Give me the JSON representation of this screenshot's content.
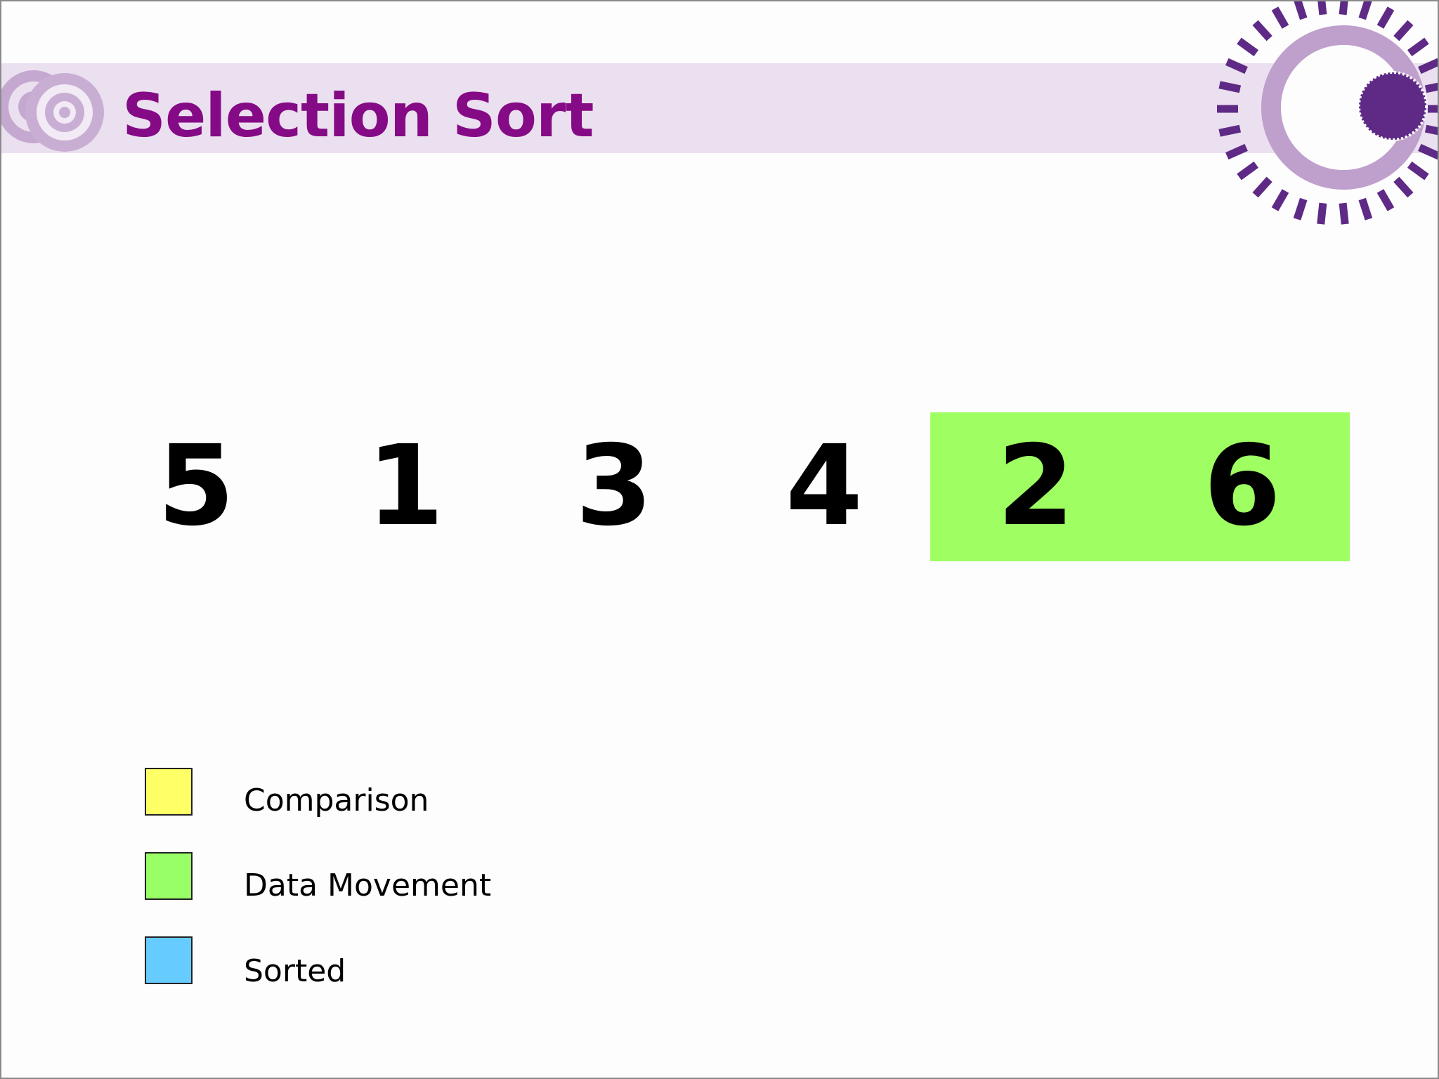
{
  "slide": {
    "title": "Selection Sort"
  },
  "array": {
    "values": [
      "5",
      "1",
      "3",
      "4",
      "2",
      "6"
    ],
    "highlighted_indices": [
      4,
      5
    ],
    "highlight_color": "#9efe62"
  },
  "legend": {
    "items": [
      {
        "label": "Comparison",
        "color": "#ffff66"
      },
      {
        "label": "Data Movement",
        "color": "#99ff66"
      },
      {
        "label": "Sorted",
        "color": "#66ccff"
      }
    ]
  },
  "theme": {
    "title_color": "#850a85",
    "band_color": "#ebe0ef",
    "deco_dark": "#5e2a86",
    "deco_light": "#bfa0cc"
  },
  "icons": [
    "target-logo-icon",
    "sunburst-decoration-icon"
  ]
}
